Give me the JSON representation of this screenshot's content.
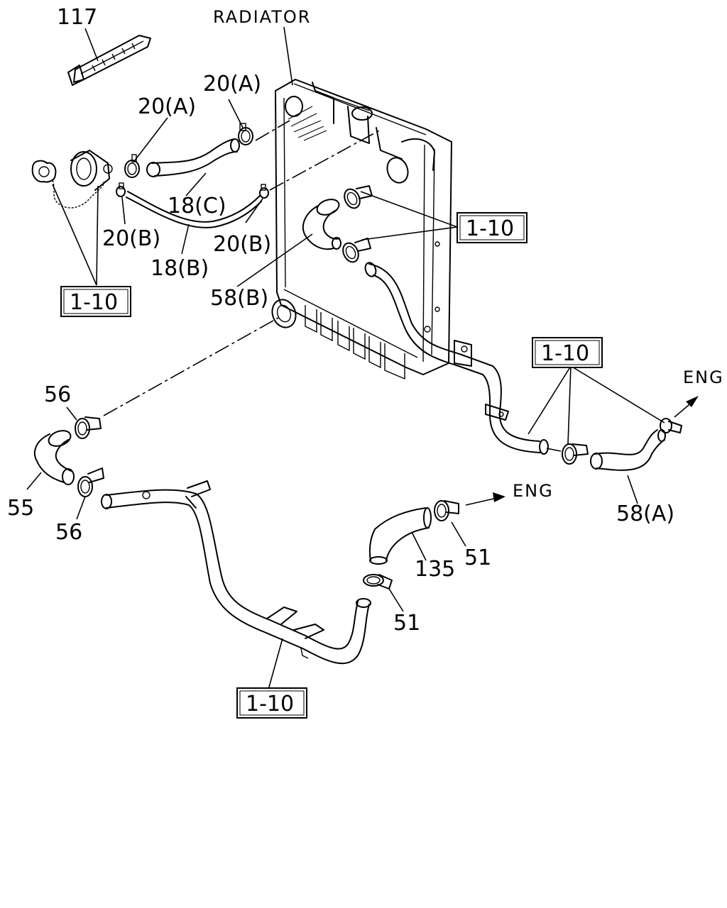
{
  "labels": {
    "radiator": "RADIATOR",
    "p117": "117",
    "p20a_1": "20(A)",
    "p20a_2": "20(A)",
    "p18c": "18(C)",
    "p20b_1": "20(B)",
    "p20b_2": "20(B)",
    "p18b": "18(B)",
    "p58b": "58(B)",
    "ref_1": "1-10",
    "ref_2": "1-10",
    "ref_3": "1-10",
    "ref_4": "1-10",
    "eng_1": "ENG",
    "eng_2": "ENG",
    "p56_1": "56",
    "p56_2": "56",
    "p55": "55",
    "p58a": "58(A)",
    "p135": "135",
    "p51_1": "51",
    "p51_2": "51"
  }
}
